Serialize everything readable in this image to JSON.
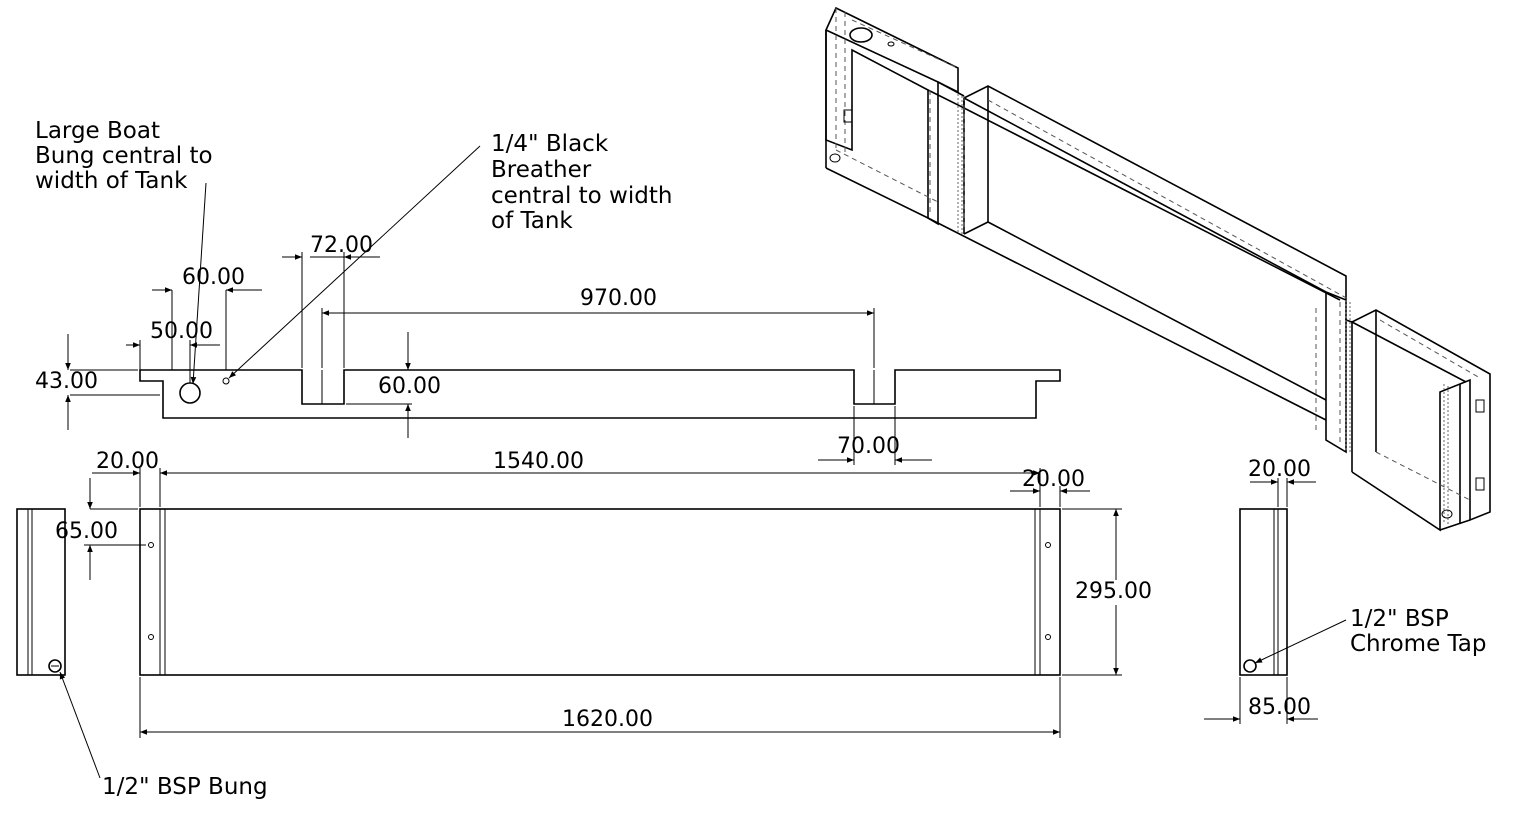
{
  "notes": {
    "bung_line1": "Large Boat",
    "bung_line2": "Bung central to",
    "bung_line3": "width of Tank",
    "breather_line1": "1/4\" Black",
    "breather_line2": "Breather",
    "breather_line3": "central to width",
    "breather_line4": "of Tank",
    "bsp_bung": "1/2\" BSP Bung",
    "tap_line1": "1/2\" BSP",
    "tap_line2": "Chrome Tap"
  },
  "dimensions": {
    "flange_width_72": "72.00",
    "hole_offset_60": "60.00",
    "hole_offset_50": "50.00",
    "flange_depth_43": "43.00",
    "slot_spacing_970": "970.00",
    "slot_depth_60": "60.00",
    "slot_width_70": "70.00",
    "inner_length_1540": "1540.00",
    "end_margin_left_20": "20.00",
    "end_margin_right_20": "20.00",
    "fitting_offset_65": "65.00",
    "height_295": "295.00",
    "overall_length_1620": "1620.00",
    "side_flange_20": "20.00",
    "side_depth_85": "85.00"
  }
}
